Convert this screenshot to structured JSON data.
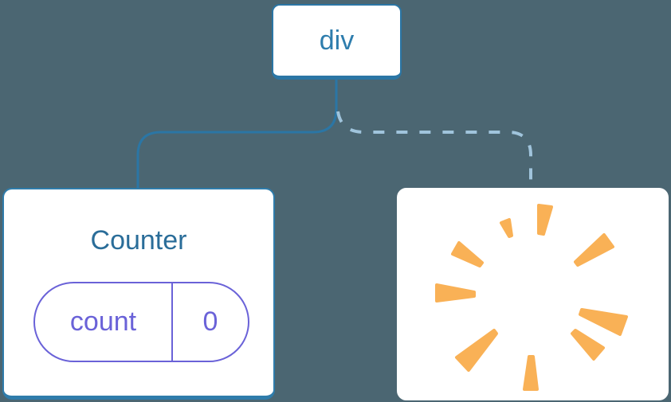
{
  "diagram": {
    "description": "component-tree-state-preservation",
    "root_node": {
      "label": "div"
    },
    "counter_node": {
      "title": "Counter",
      "state_pill": {
        "name": "count",
        "value": "0"
      }
    },
    "removed_node": {
      "icon": "poof-icon"
    }
  },
  "colors": {
    "background": "#4b6672",
    "card_fill": "#ffffff",
    "node_border": "#2b76a5",
    "node_text": "#2e7dad",
    "counter_title": "#2a6d99",
    "state_purple": "#6a62d8",
    "solid_link": "#2b76a5",
    "dashed_link": "#a0c4dc",
    "poof_orange": "#f9b156"
  }
}
